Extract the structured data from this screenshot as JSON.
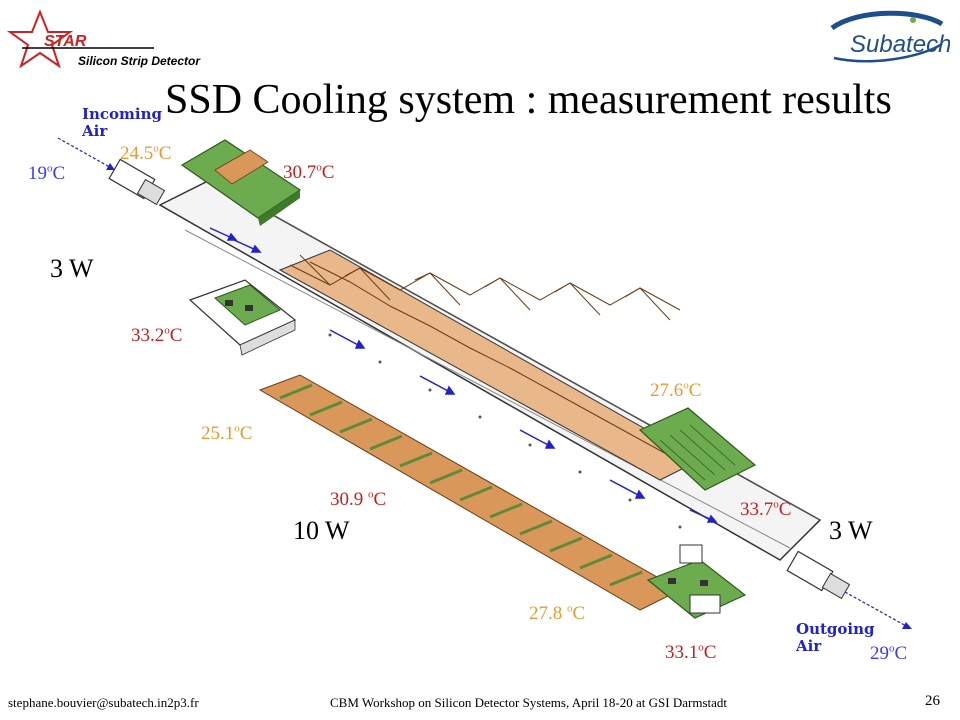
{
  "header": {
    "title": "SSD Cooling system : measurement results",
    "star_logo_text": "STAR",
    "star_subtitle": "Silicon Strip Detector",
    "subatech_logo_text": "Subatech"
  },
  "diagram": {
    "incoming_air": [
      "Incoming",
      "Air"
    ],
    "outgoing_air": [
      "Outgoing",
      "Air"
    ],
    "temperatures": {
      "inlet": {
        "value": "19",
        "unit": "C"
      },
      "t1": {
        "value": "24.5",
        "unit": "C"
      },
      "t2": {
        "value": "30.7",
        "unit": "C"
      },
      "t3": {
        "value": "33.2",
        "unit": "C"
      },
      "t4": {
        "value": "27.6",
        "unit": "C"
      },
      "t5": {
        "value": "25.1",
        "unit": "C"
      },
      "t6": {
        "value": "30.9 ",
        "unit": "C"
      },
      "t7": {
        "value": "33.7",
        "unit": "C"
      },
      "t8": {
        "value": "27.8 ",
        "unit": "C"
      },
      "t9": {
        "value": "33.1",
        "unit": "C"
      },
      "outlet": {
        "value": "29",
        "unit": "C"
      }
    },
    "degree_symbol": "o",
    "power_left": "3 W",
    "power_center": "10 W",
    "power_right": "3 W"
  },
  "footer": {
    "email": "stephane.bouvier@subatech.in2p3.fr",
    "event": "CBM Workshop on Silicon Detector Systems, April 18-20 at GSI Darmstadt",
    "page": "26"
  },
  "colors": {
    "inlet_outlet": "#3a3aff",
    "cool_reading": "#e89a2e",
    "hot_reading": "#c81e1e",
    "board_green": "#6cab4e",
    "module_orange": "#d9985a"
  }
}
